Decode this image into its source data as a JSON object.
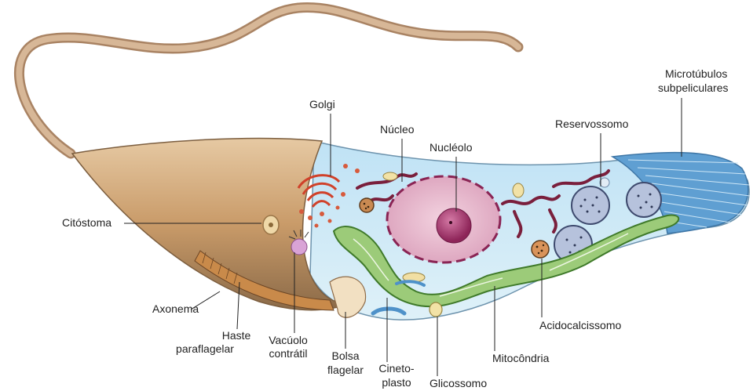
{
  "labels": {
    "golgi": "Golgi",
    "nucleo": "Núcleo",
    "nucleolo": "Nucléolo",
    "reservossomo": "Reservossomo",
    "microtubulos_l1": "Microtúbulos",
    "microtubulos_l2": "subpeliculares",
    "citostoma": "Citóstoma",
    "axonema": "Axonema",
    "haste_l1": "Haste",
    "haste_l2": "paraflagelar",
    "vacuolo_l1": "Vacúolo",
    "vacuolo_l2": "contrátil",
    "bolsa_l1": "Bolsa",
    "bolsa_l2": "flagelar",
    "cineto_l1": "Cineto-",
    "cineto_l2": "plasto",
    "glicossomo": "Glicossomo",
    "mitocondria": "Mitocôndria",
    "acidocalcissomo": "Acidocalcissomo"
  },
  "colors": {
    "flagellum": "#c9a27e",
    "body_tan": "#c79a6a",
    "cytoplasm": "#cfe8f3",
    "microtubules": "#4e91c9",
    "nucleus": "#e6b5c9",
    "nucleolus": "#a83a72",
    "er": "#7a1f3c",
    "mitochondria": "#8dc26a",
    "reservosome": "#9aa8c8",
    "golgi": "#d2472c"
  }
}
